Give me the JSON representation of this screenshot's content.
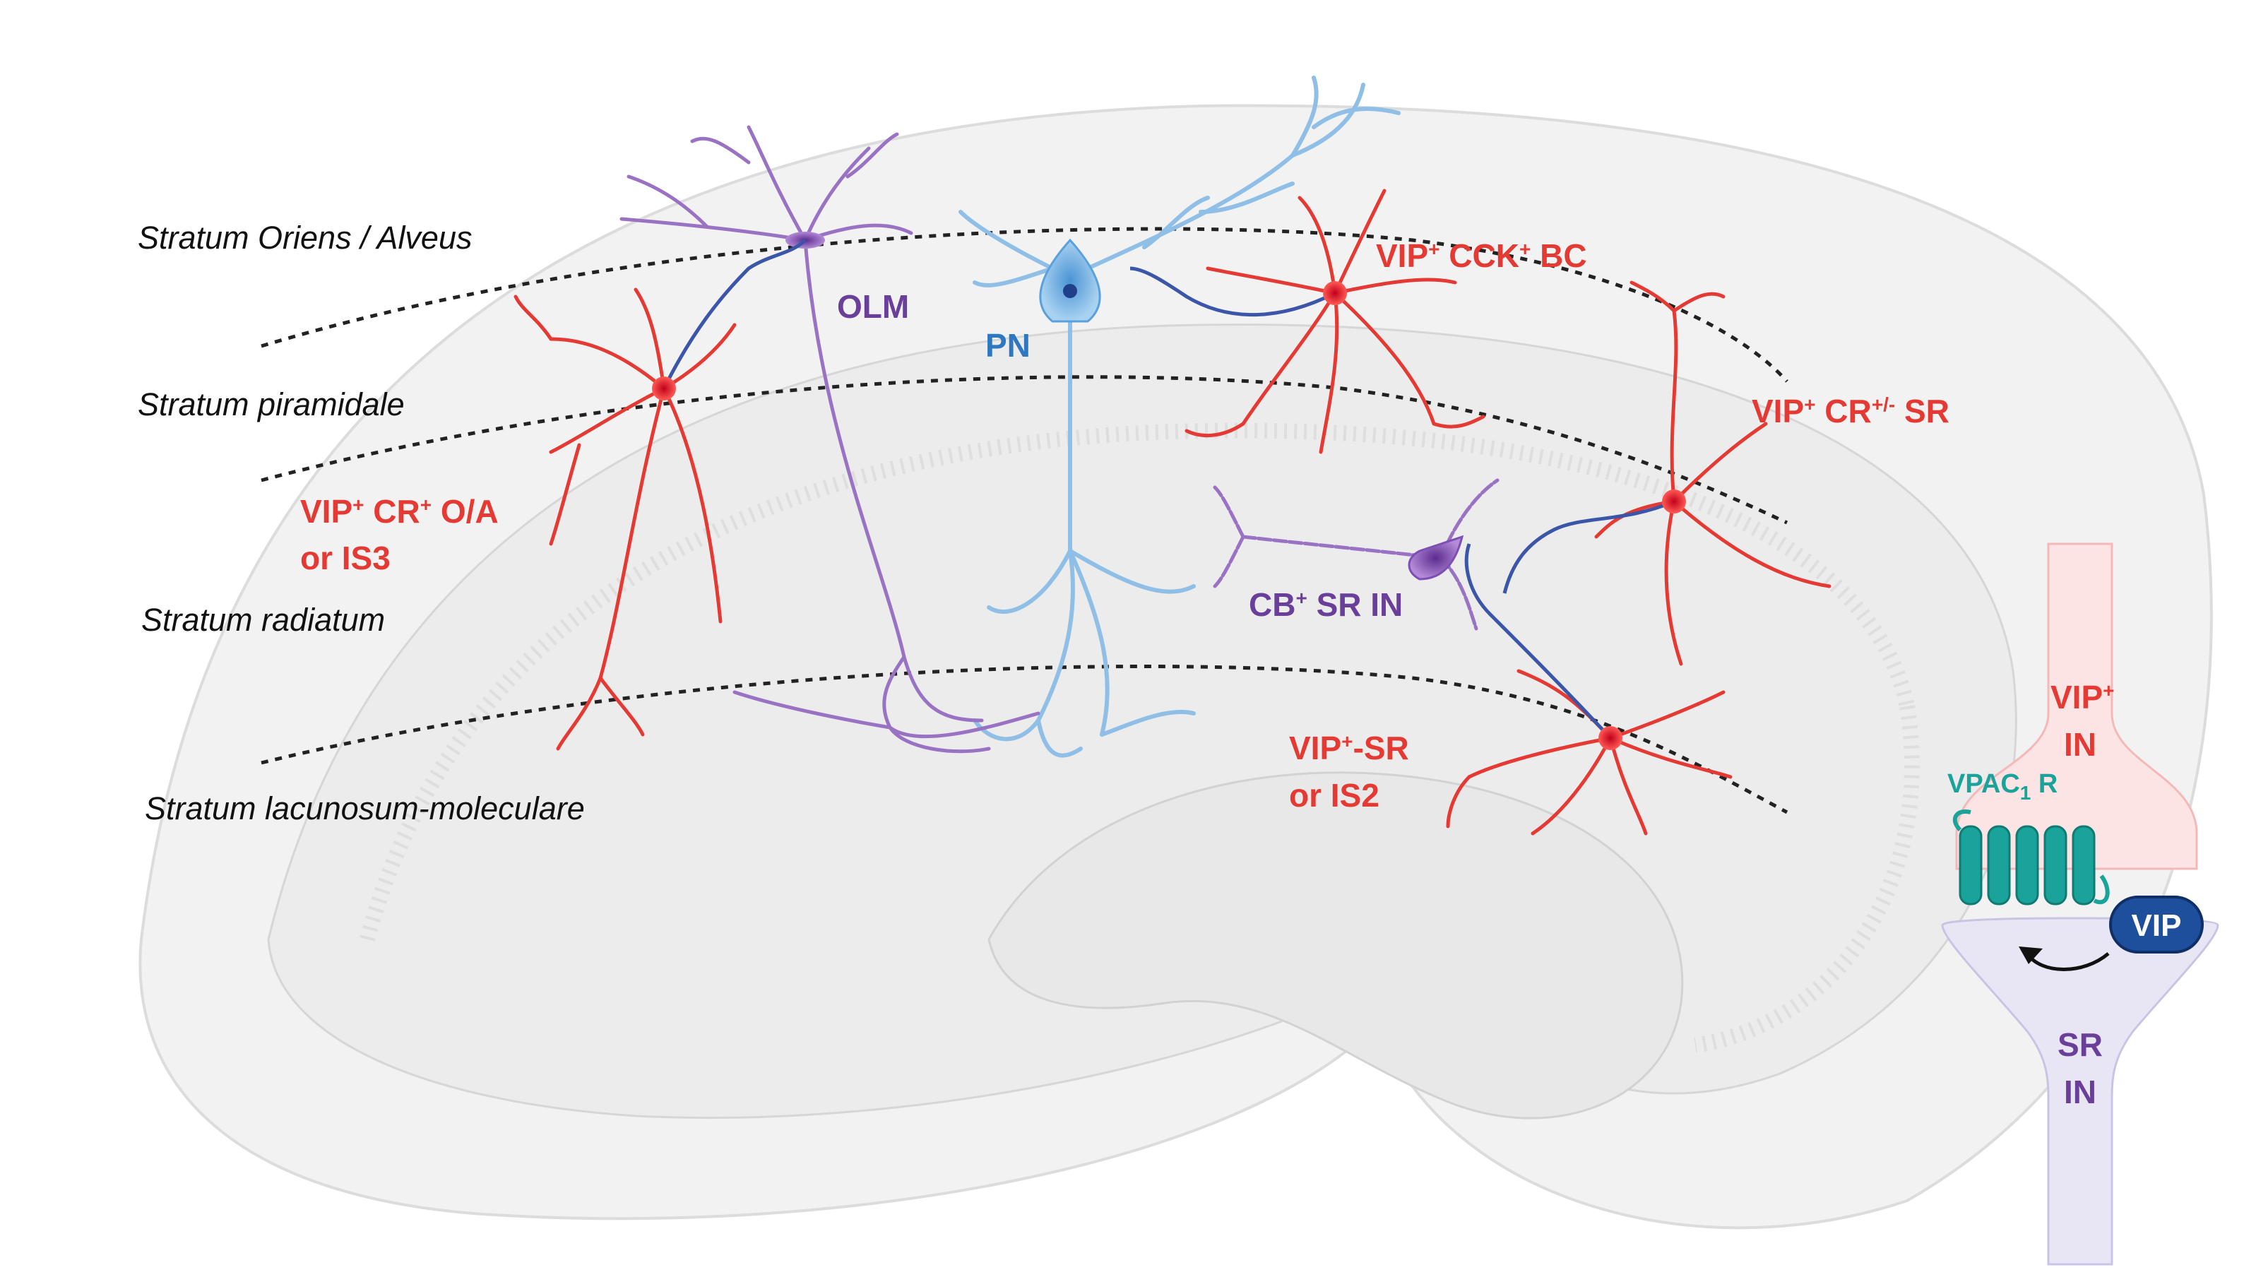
{
  "layers": {
    "oriens": "Stratum Oriens / Alveus",
    "piramidale": "Stratum piramidale",
    "radiatum": "Stratum radiatum",
    "lacunosum": "Stratum lacunosum-moleculare"
  },
  "cells": {
    "olm": "OLM",
    "pn": "PN",
    "cck_bc": {
      "a": "VIP",
      "a_sup": "+",
      "b": " CCK",
      "b_sup": "+",
      "c": " BC"
    },
    "cr_sr": {
      "a": "VIP",
      "a_sup": "+",
      "b": " CR",
      "b_sup": "+/-",
      "c": " SR"
    },
    "oa": {
      "a": "VIP",
      "a_sup": "+",
      "b": " CR",
      "b_sup": "+",
      "c": " O/A",
      "line2": "or IS3"
    },
    "cb_sr": {
      "a": "CB",
      "a_sup": "+",
      "c": " SR IN"
    },
    "vip_sr": {
      "a": "VIP",
      "a_sup": "+",
      "c": "-SR",
      "line2": "or IS2"
    }
  },
  "synapse": {
    "pre_line1": "VIP",
    "pre_line1_sup": "+",
    "pre_line2": "IN",
    "receptor_a": "VPAC",
    "receptor_sub": "1",
    "receptor_b": " R",
    "ligand": "VIP",
    "post_line1": "SR",
    "post_line2": "IN"
  },
  "colors": {
    "vip_neuron": "#e53a33",
    "axon": "#3b55a8",
    "olm": "#9a72c4",
    "pn": "#8fbfe6",
    "receptor": "#1aa39a",
    "vip_ligand": "#1e4f9c",
    "pre_terminal": "#fde4e4",
    "post_terminal": "#e8e6f4"
  }
}
